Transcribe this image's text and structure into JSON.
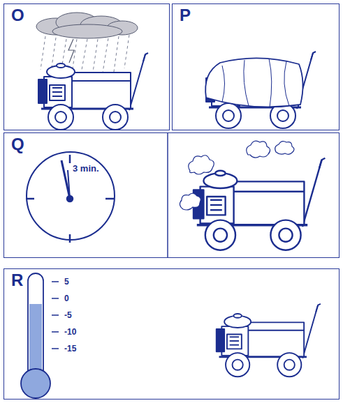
{
  "diagram": {
    "nodes": [
      {
        "text": [
          "O"
        ]
      },
      {
        "text": [
          "P"
        ]
      },
      {
        "text": [
          "Q"
        ]
      },
      {
        "text": [
          "3 min."
        ],
        "in": 2
      },
      {
        "text": [
          "R"
        ]
      }
    ],
    "labels": [
      "5",
      "0",
      "-5",
      "-10",
      "-15"
    ]
  }
}
